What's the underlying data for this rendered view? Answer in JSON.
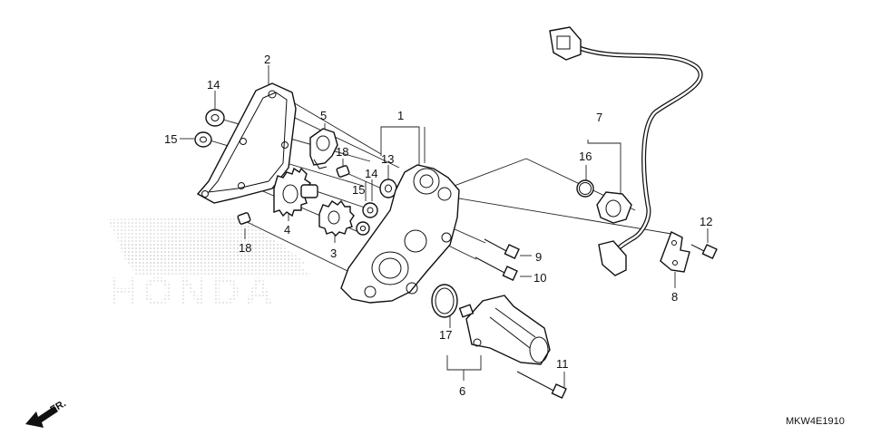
{
  "diagram_code": "MKW4E1910",
  "direction_label": "FR.",
  "watermark_text": "HONDA",
  "callouts": {
    "c1": "1",
    "c2": "2",
    "c3": "3",
    "c4": "4",
    "c5": "5",
    "c6": "6",
    "c7": "7",
    "c8": "8",
    "c9": "9",
    "c10": "10",
    "c11": "11",
    "c12": "12",
    "c13": "13",
    "c14a": "14",
    "c14b": "14",
    "c15a": "15",
    "c15b": "15",
    "c16": "16",
    "c17": "17",
    "c18a": "18",
    "c18b": "18"
  },
  "colors": {
    "ink": "#111111",
    "watermark": "#e3e3e3"
  }
}
